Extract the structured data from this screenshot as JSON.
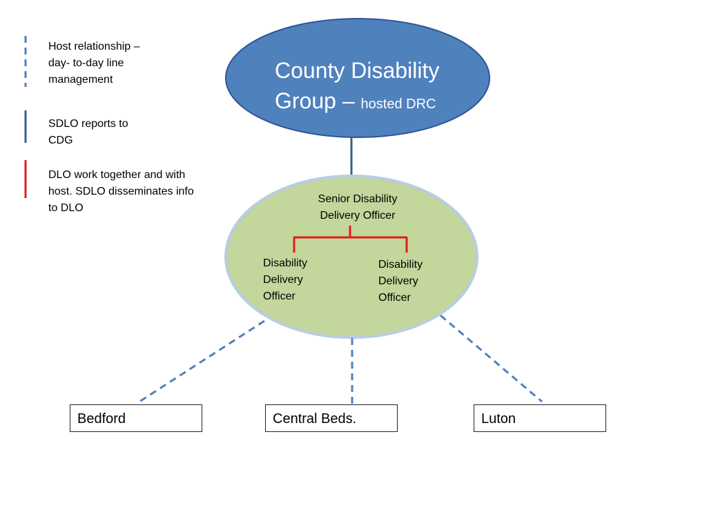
{
  "colors": {
    "top_fill": "#4f81bd",
    "top_stroke": "#2f5597",
    "green_fill": "#c3d69b",
    "green_stroke": "#b8cce4",
    "solid_line": "#385d8a",
    "dashed_line": "#4f81bd",
    "red_line": "#e31b1b"
  },
  "legend": {
    "dashed": "Host relationship –\nday- to-day line\nmanagement",
    "solid": "SDLO reports to\nCDG",
    "red": "DLO work together and with\nhost. SDLO disseminates info\nto DLO"
  },
  "top_node": {
    "title_main": "County Disability\nGroup –",
    "title_sub": "hosted DRC"
  },
  "middle_node": {
    "senior": "Senior Disability\nDelivery Officer",
    "officer_left": "Disability\nDelivery\nOfficer",
    "officer_right": "Disability\nDelivery\nOfficer"
  },
  "boxes": {
    "bedford": "Bedford",
    "central": "Central Beds.",
    "luton": "Luton"
  }
}
